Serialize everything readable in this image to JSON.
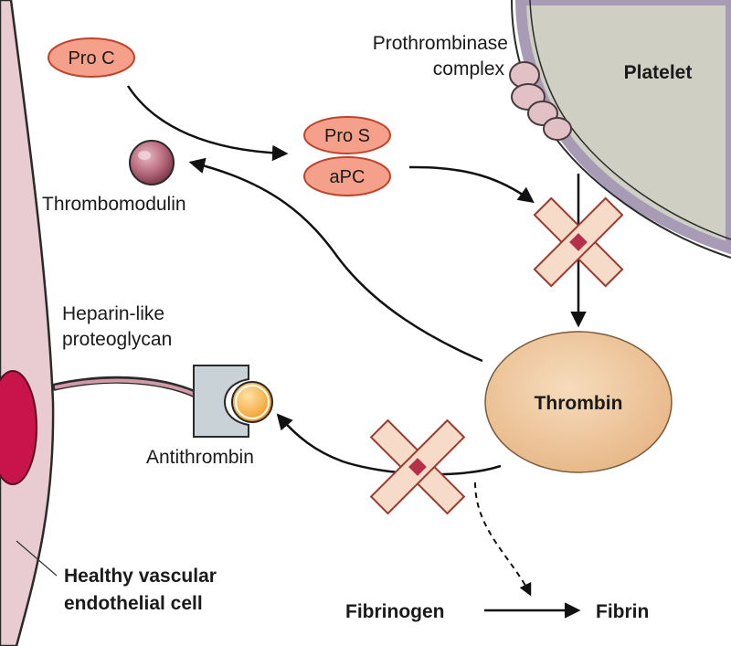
{
  "colors": {
    "endothelium": "#e8ccd2",
    "endothelium_edge": "#2a2a2a",
    "nucleus": "#c8144a",
    "platelet": "#cfcfc4",
    "platelet_rim": "#a79bb6",
    "pill_fill": "#f4a08a",
    "pill_stroke": "#c0432b",
    "thrombin": "#efc79a",
    "cross_fill": "#f6dbc8",
    "cross_stroke": "#9b3b2f",
    "cross_center": "#b5304a",
    "bead": "#e2c1c6",
    "thrombomodulin": "#b86a7e",
    "antithrombin_body": "#c9d2d6",
    "antithrombin_ball": "#f39a24"
  },
  "labels": {
    "pro_c": "Pro C",
    "pro_s": "Pro S",
    "apc": "aPC",
    "thrombomodulin": "Thrombomodulin",
    "prothrombinase_line1": "Prothrombinase",
    "prothrombinase_line2": "complex",
    "platelet": "Platelet",
    "heparin_line1": "Heparin-like",
    "heparin_line2": "proteoglycan",
    "antithrombin": "Antithrombin",
    "thrombin": "Thrombin",
    "endothelial_line1": "Healthy vascular",
    "endothelial_line2": "endothelial cell",
    "fibrinogen": "Fibrinogen",
    "fibrin": "Fibrin"
  }
}
